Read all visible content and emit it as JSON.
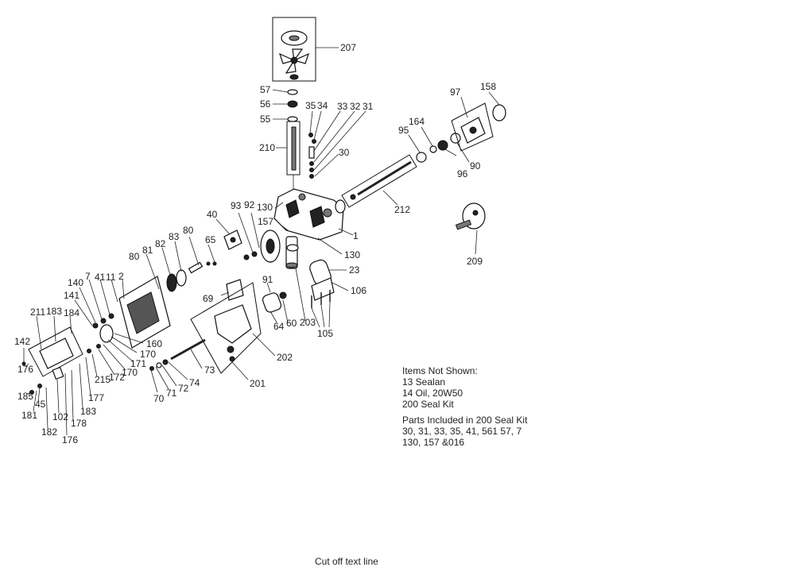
{
  "callouts": [
    "207",
    "57",
    "56",
    "55",
    "210",
    "35",
    "34",
    "33",
    "32",
    "31",
    "30",
    "95",
    "164",
    "97",
    "158",
    "96",
    "90",
    "212",
    "209",
    "130",
    "157",
    "1",
    "130",
    "23",
    "106",
    "105",
    "203",
    "91",
    "64",
    "60",
    "202",
    "201",
    "93",
    "92",
    "40",
    "65",
    "80",
    "83",
    "82",
    "81",
    "80",
    "69",
    "73",
    "74",
    "72",
    "71",
    "70",
    "140",
    "141",
    "7",
    "41",
    "11",
    "2",
    "211",
    "183",
    "184",
    "142",
    "176",
    "185",
    "45",
    "181",
    "182",
    "102",
    "178",
    "176",
    "183",
    "177",
    "215",
    "172",
    "170",
    "171",
    "170",
    "160"
  ],
  "notes": {
    "header": "Items Not Shown:",
    "lines": [
      "13 Sealan",
      "14 Oil, 20W50",
      "200 Seal Kit"
    ],
    "kit_header": "Parts Included in 200 Seal Kit",
    "kit_lines": [
      "30, 31, 33, 35, 41, 561 57, 7",
      "130, 157 &016"
    ]
  },
  "footer": "Cut off text line"
}
